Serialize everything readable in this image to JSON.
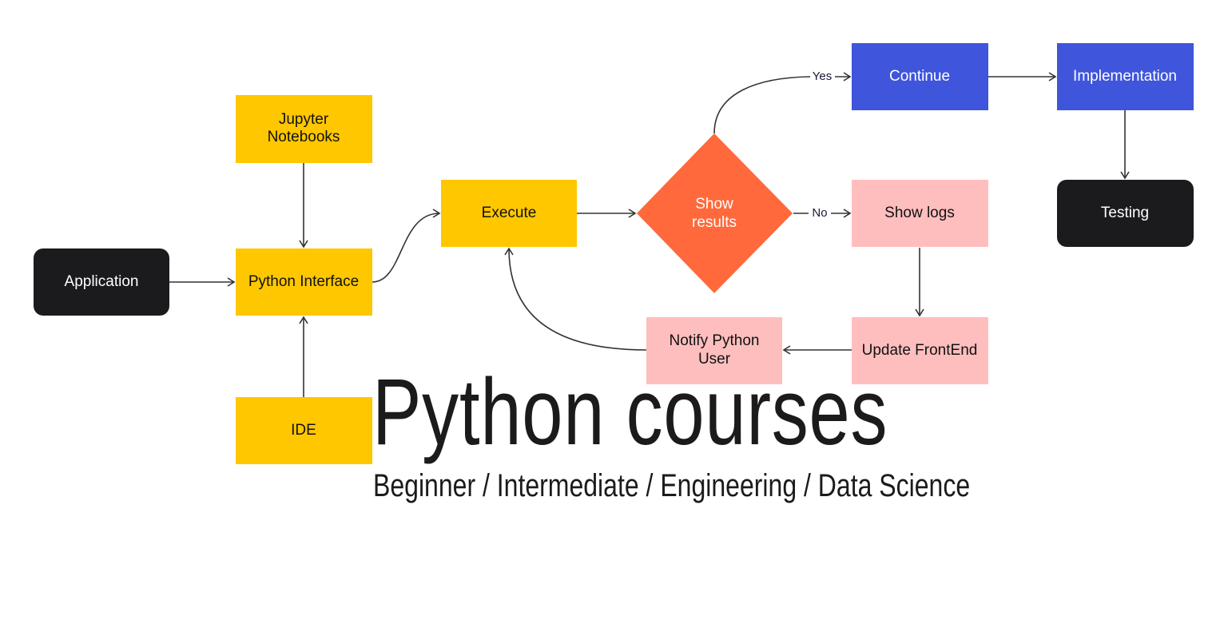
{
  "nodes": {
    "jupyter": [
      "Jupyter",
      "Notebooks"
    ],
    "python_interface": "Python Interface",
    "ide": "IDE",
    "application": "Application",
    "execute": "Execute",
    "show_results": [
      "Show",
      "results"
    ],
    "continue": "Continue",
    "implementation": "Implementation",
    "testing": "Testing",
    "show_logs": "Show logs",
    "update_frontend": "Update FrontEnd",
    "notify_user": [
      "Notify Python",
      "User"
    ]
  },
  "edge_labels": {
    "yes": "Yes",
    "no": "No"
  },
  "title": "Python courses",
  "subtitle": "Beginner / Intermediate / Engineering / Data Science",
  "colors": {
    "yellow": "#FFC700",
    "black": "#1B1B1D",
    "orange": "#FF693B",
    "blue": "#3F55DC",
    "pink": "#FFBEBE"
  }
}
